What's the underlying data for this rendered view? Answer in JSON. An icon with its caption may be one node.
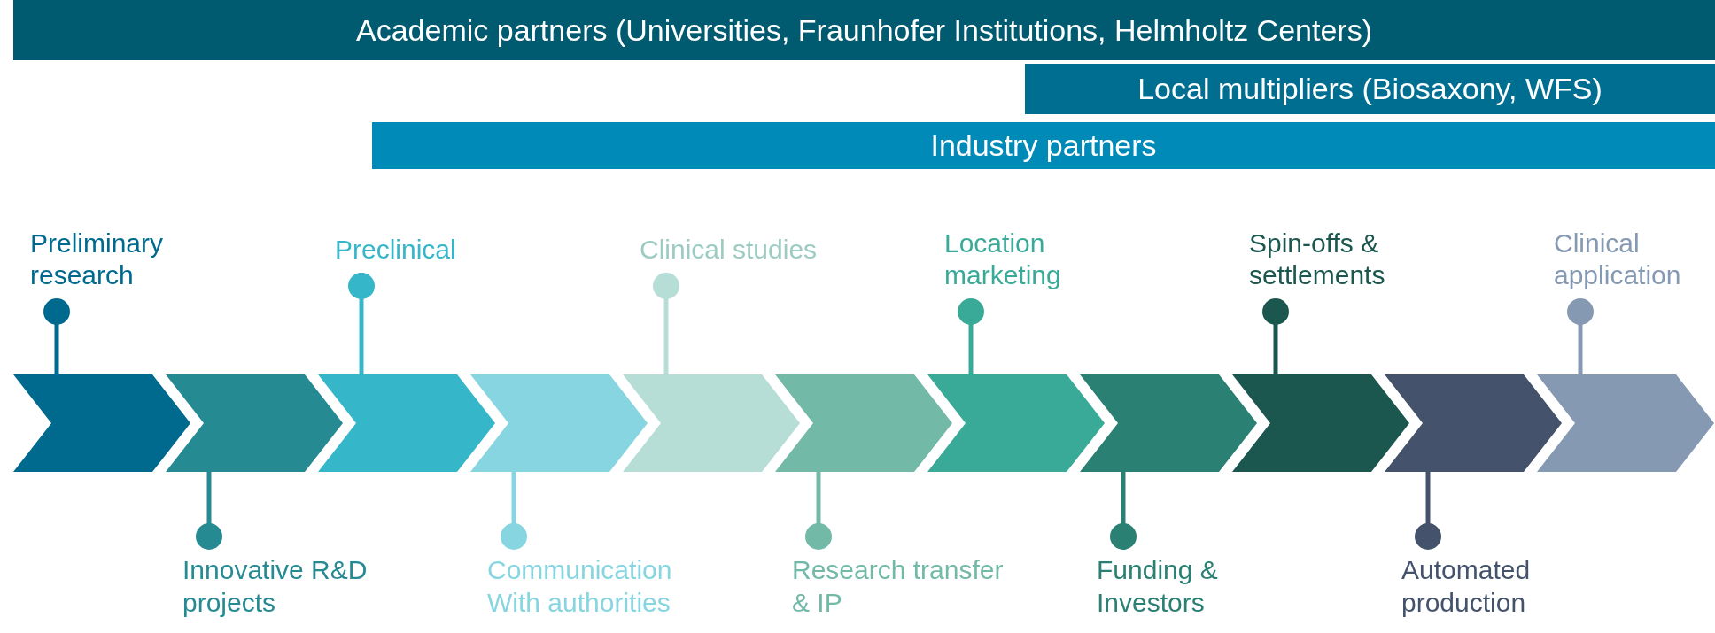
{
  "diagram": {
    "nodes": [
      {
        "text": [
          "Academic partners (Universities, Fraunhofer Institutions, Helmholtz Centers)"
        ]
      },
      {
        "text": [
          "Local multipliers (Biosaxony, WFS)"
        ]
      },
      {
        "text": [
          "Industry partners"
        ]
      },
      {
        "text": [],
        "shape": "chevron"
      },
      {
        "text": [],
        "shape": "chevron"
      },
      {
        "text": [],
        "shape": "chevron"
      },
      {
        "text": [],
        "shape": "chevron"
      },
      {
        "text": [],
        "shape": "chevron"
      },
      {
        "text": [],
        "shape": "chevron"
      },
      {
        "text": [],
        "shape": "chevron"
      },
      {
        "text": [],
        "shape": "chevron"
      },
      {
        "text": [],
        "shape": "chevron"
      },
      {
        "text": [],
        "shape": "chevron"
      },
      {
        "text": [],
        "shape": "chevron"
      },
      {
        "text": [
          "Preliminary research"
        ]
      },
      {
        "text": [
          "Innovative R&D projects"
        ]
      },
      {
        "text": [
          "Preclinical"
        ]
      },
      {
        "text": [
          "Communication With authorities"
        ]
      },
      {
        "text": [
          "Clinical studies"
        ]
      },
      {
        "text": [
          "Research transfer & IP"
        ]
      },
      {
        "text": [
          "Location marketing"
        ]
      },
      {
        "text": [
          "Funding & Investors"
        ]
      },
      {
        "text": [
          "Spin-offs & settlements"
        ]
      },
      {
        "text": [
          "Automated production"
        ]
      },
      {
        "text": [
          "Clinical application"
        ]
      }
    ],
    "edges": [
      {
        "from": 14,
        "to": 3,
        "arrow": "other",
        "color": "#006a8e"
      },
      {
        "from": 15,
        "to": 4,
        "arrow": "other",
        "color": "#268a93"
      },
      {
        "from": 16,
        "to": 5,
        "arrow": "other",
        "color": "#35b6c9"
      },
      {
        "from": 17,
        "to": 6,
        "arrow": "other",
        "color": "#86d5e0"
      },
      {
        "from": 18,
        "to": 7,
        "arrow": "other",
        "color": "#b6ddd6"
      },
      {
        "from": 19,
        "to": 8,
        "arrow": "other",
        "color": "#72b9a7"
      },
      {
        "from": 20,
        "to": 9,
        "arrow": "other",
        "color": "#3aaa98"
      },
      {
        "from": 21,
        "to": 10,
        "arrow": "other",
        "color": "#2a8072"
      },
      {
        "from": 22,
        "to": 11,
        "arrow": "other",
        "color": "#1c574f"
      },
      {
        "from": 23,
        "to": 12,
        "arrow": "other",
        "color": "#44536b"
      },
      {
        "from": 24,
        "to": 13,
        "arrow": "other",
        "color": "#8599b2"
      }
    ]
  }
}
